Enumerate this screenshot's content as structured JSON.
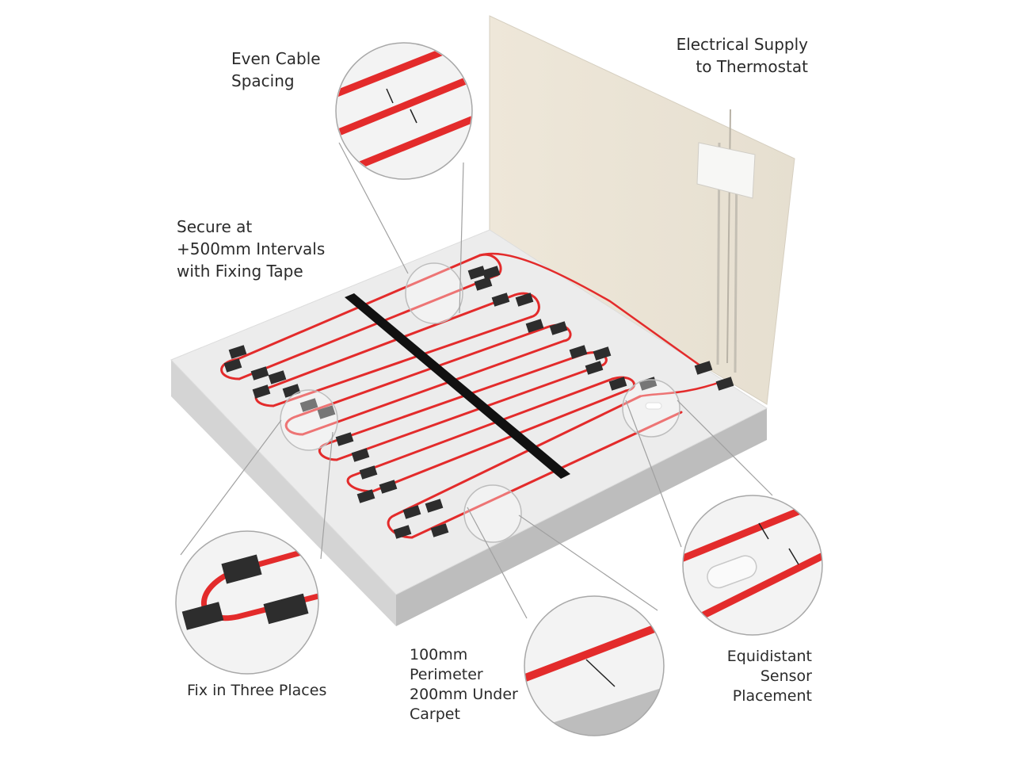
{
  "labels": {
    "even_spacing": [
      "Even Cable",
      "Spacing"
    ],
    "electrical_supply": [
      "Electrical Supply",
      "to Thermostat"
    ],
    "secure": [
      "Secure at",
      "+500mm  Intervals",
      "with Fixing Tape"
    ],
    "fix_three": [
      "Fix in Three Places"
    ],
    "perimeter": [
      "100mm",
      "Perimeter",
      "200mm Under",
      "Carpet"
    ],
    "sensor": [
      "Equidistant",
      "Sensor",
      "Placement"
    ]
  },
  "colors": {
    "cable": "#e32b2b",
    "tape": "#2d2d2d",
    "floor_top": "#ededed",
    "floor_side": "#cfcfcf",
    "wall": "#eee7d9",
    "callout_line": "#9a9a9a"
  }
}
